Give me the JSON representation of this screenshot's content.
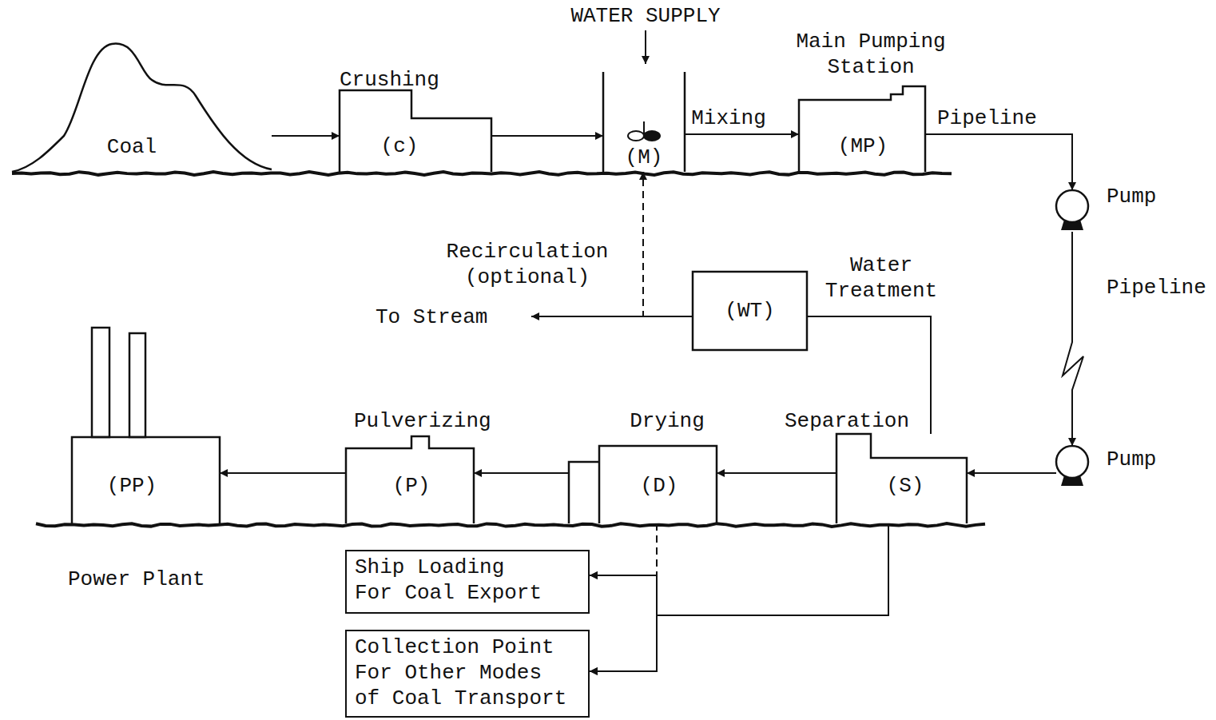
{
  "diagram": {
    "nodes": [
      {
        "text": [
          "Coal"
        ]
      },
      {
        "text": [
          "Crushing",
          "(c)"
        ]
      },
      {
        "text": [
          "(M)"
        ]
      },
      {
        "text": [
          "Main Pumping Station",
          "(MP)"
        ]
      },
      {
        "text": [
          "Pump"
        ]
      },
      {
        "text": [
          "Water Treatment",
          "(WT)"
        ]
      },
      {
        "text": [
          "(PP)",
          "Power Plant"
        ]
      },
      {
        "text": [
          "Pulverizing",
          "(P)"
        ]
      },
      {
        "text": [
          "Drying",
          "(D)"
        ]
      },
      {
        "text": [
          "Separation",
          "(S)"
        ]
      },
      {
        "text": [
          "Pump"
        ]
      },
      {
        "text": [
          "Ship Loading For Coal Export"
        ]
      },
      {
        "text": [
          "Collection Point For Other Modes of Coal Transport"
        ]
      }
    ],
    "edges": [
      {
        "from": 0,
        "to": 1,
        "arrow": "to"
      },
      {
        "from": 1,
        "to": 2,
        "arrow": "to"
      },
      {
        "from": 2,
        "to": 3,
        "label": "Mixing",
        "arrow": "to"
      },
      {
        "from": 3,
        "to": 4,
        "label": "Pipeline",
        "arrow": "to"
      },
      {
        "from": 4,
        "to": 10,
        "label": "Pipeline",
        "arrow": "to"
      },
      {
        "from": 10,
        "to": 9,
        "arrow": "to"
      },
      {
        "from": 9,
        "to": 8,
        "arrow": "to"
      },
      {
        "from": 8,
        "to": 7,
        "arrow": "to"
      },
      {
        "from": 7,
        "to": 6,
        "arrow": "to"
      },
      {
        "from": 9,
        "to": 5,
        "arrow": "none"
      },
      {
        "from": 5,
        "to": 2,
        "arrow": "to"
      },
      {
        "from": 8,
        "to": 11,
        "arrow": "to"
      },
      {
        "from": 8,
        "to": 12,
        "arrow": "to"
      },
      {
        "from": 9,
        "to": 11,
        "arrow": "to"
      },
      {
        "from": 9,
        "to": 12,
        "arrow": "to"
      }
    ],
    "labels": [
      "WATER SUPPLY",
      "Recirculation (optional)",
      "To Stream"
    ]
  }
}
